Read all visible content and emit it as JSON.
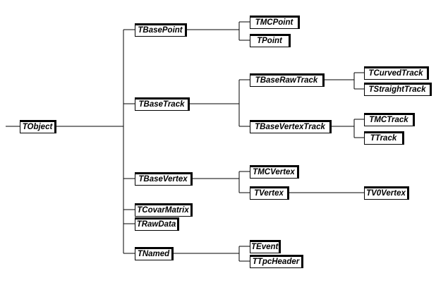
{
  "diagram": {
    "type": "class-inheritance-tree",
    "root": "TObject",
    "nodes": {
      "tobject": "TObject",
      "tbasepoint": "TBasePoint",
      "tmcpoint": "TMCPoint",
      "tpoint": "TPoint",
      "tbasetrack": "TBaseTrack",
      "tbaserawtrack": "TBaseRawTrack",
      "tcurvedtrack": "TCurvedTrack",
      "tstraighttrack": "TStraightTrack",
      "tbasevertextrack": "TBaseVertexTrack",
      "tmctrack": "TMCTrack",
      "ttrack": "TTrack",
      "tbasevertex": "TBaseVertex",
      "tmcvertex": "TMCVertex",
      "tvertex": "TVertex",
      "tv0vertex": "TV0Vertex",
      "tcovarmatrix": "TCovarMatrix",
      "trawdata": "TRawData",
      "tnamed": "TNamed",
      "tevent": "TEvent",
      "ttpcheader": "TTpcHeader"
    },
    "edges": [
      [
        "TObject",
        "TBasePoint"
      ],
      [
        "TObject",
        "TBaseTrack"
      ],
      [
        "TObject",
        "TBaseVertex"
      ],
      [
        "TObject",
        "TCovarMatrix"
      ],
      [
        "TObject",
        "TRawData"
      ],
      [
        "TObject",
        "TNamed"
      ],
      [
        "TBasePoint",
        "TMCPoint"
      ],
      [
        "TBasePoint",
        "TPoint"
      ],
      [
        "TBaseTrack",
        "TBaseRawTrack"
      ],
      [
        "TBaseTrack",
        "TBaseVertexTrack"
      ],
      [
        "TBaseRawTrack",
        "TCurvedTrack"
      ],
      [
        "TBaseRawTrack",
        "TStraightTrack"
      ],
      [
        "TBaseVertexTrack",
        "TMCTrack"
      ],
      [
        "TBaseVertexTrack",
        "TTrack"
      ],
      [
        "TBaseVertex",
        "TMCVertex"
      ],
      [
        "TBaseVertex",
        "TVertex"
      ],
      [
        "TVertex",
        "TV0Vertex"
      ],
      [
        "TNamed",
        "TEvent"
      ],
      [
        "TNamed",
        "TTpcHeader"
      ]
    ],
    "colors": {
      "background": "#ffffff",
      "box_fill": "#ffffff",
      "box_border": "#000000",
      "line": "#000000",
      "text": "#000000"
    }
  }
}
